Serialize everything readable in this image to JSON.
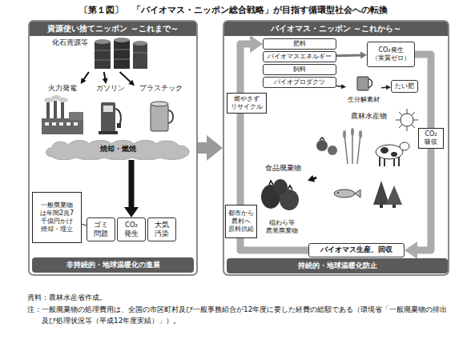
{
  "diagram": {
    "title": "〔第１図〕　「バイオマス・ニッポン総合戦略」が目指す循環型社会への転換",
    "caption": "資料：農林水産省作成。",
    "nodes": [
      {
        "text": [
          "資源使い捨てニッポン ～これまで～"
        ]
      },
      {
        "text": [
          "化石資源等"
        ],
        "in": 0
      },
      {
        "text": [
          "火力発電"
        ],
        "in": 0
      },
      {
        "text": [
          "ガソリン"
        ],
        "in": 0
      },
      {
        "text": [
          "プラスチック"
        ],
        "in": 0
      },
      {
        "text": [
          "焼却・燃焼"
        ],
        "in": 0
      },
      {
        "text": [
          "一般廃棄物 は年間2兆7 千億円かけ 焼却・埋立"
        ],
        "in": 0
      },
      {
        "text": [
          "ゴミ 問題"
        ],
        "in": 0
      },
      {
        "text": [
          "CO₂ 発生"
        ],
        "in": 0
      },
      {
        "text": [
          "大気 汚染"
        ],
        "in": 0
      },
      {
        "text": [
          "非持続的・地球温暖化の進展"
        ],
        "in": 0
      },
      {
        "text": [
          "バイオマス・ニッポン ～これから～"
        ]
      },
      {
        "text": [
          "肥料"
        ],
        "in": 11
      },
      {
        "text": [
          "バイオマスエネルギー"
        ],
        "in": 11
      },
      {
        "text": [
          "飼料"
        ],
        "in": 11
      },
      {
        "text": [
          "バイオプロダクツ"
        ],
        "in": 11
      },
      {
        "text": [
          "CO₂発生 （実質ゼロ）"
        ],
        "in": 11
      },
      {
        "text": [
          "生分解素材"
        ],
        "in": 11
      },
      {
        "text": [
          "たい肥"
        ],
        "in": 11
      },
      {
        "text": [
          "燃やさず リサイクル"
        ],
        "in": 11
      },
      {
        "text": [
          "CO₂ 吸収"
        ],
        "in": 11
      },
      {
        "text": [
          "農林水産物"
        ],
        "in": 11
      },
      {
        "text": [
          "食品廃棄物"
        ],
        "in": 11
      },
      {
        "text": [
          "稲わら等 農業廃棄物"
        ],
        "in": 11
      },
      {
        "text": [
          "都市から 農村へ 原料供給"
        ],
        "in": 11
      },
      {
        "text": [
          "バイオマス生産、回収"
        ],
        "in": 11
      },
      {
        "text": [
          "持続的・地球温暖化防止"
        ],
        "in": 11
      }
    ],
    "edges": [
      {
        "from": 0,
        "to": 11,
        "arrow": "to"
      },
      {
        "from": 1,
        "to": 2,
        "arrow": "to"
      },
      {
        "from": 1,
        "to": 3,
        "arrow": "to"
      },
      {
        "from": 1,
        "to": 4,
        "arrow": "to"
      },
      {
        "from": 5,
        "to": 8,
        "arrow": "to"
      },
      {
        "from": 6,
        "to": 7,
        "arrow": "none"
      },
      {
        "from": 13,
        "to": 16,
        "arrow": "to"
      },
      {
        "from": 15,
        "to": 17,
        "arrow": "to"
      },
      {
        "from": 17,
        "to": 18,
        "arrow": "to"
      },
      {
        "from": 16,
        "to": 25,
        "arrow": "to"
      },
      {
        "from": 25,
        "to": 12,
        "arrow": "to"
      },
      {
        "from": 21,
        "to": 22,
        "arrow": "to"
      }
    ],
    "labels": [
      "注：一般廃棄物の処理費用は、全国の市区町村及び一般事務組合が12年度に要した経費の総額である（環境省「一般廃棄物の排出及び処理状況等（平成12年度実績）」）。"
    ]
  }
}
